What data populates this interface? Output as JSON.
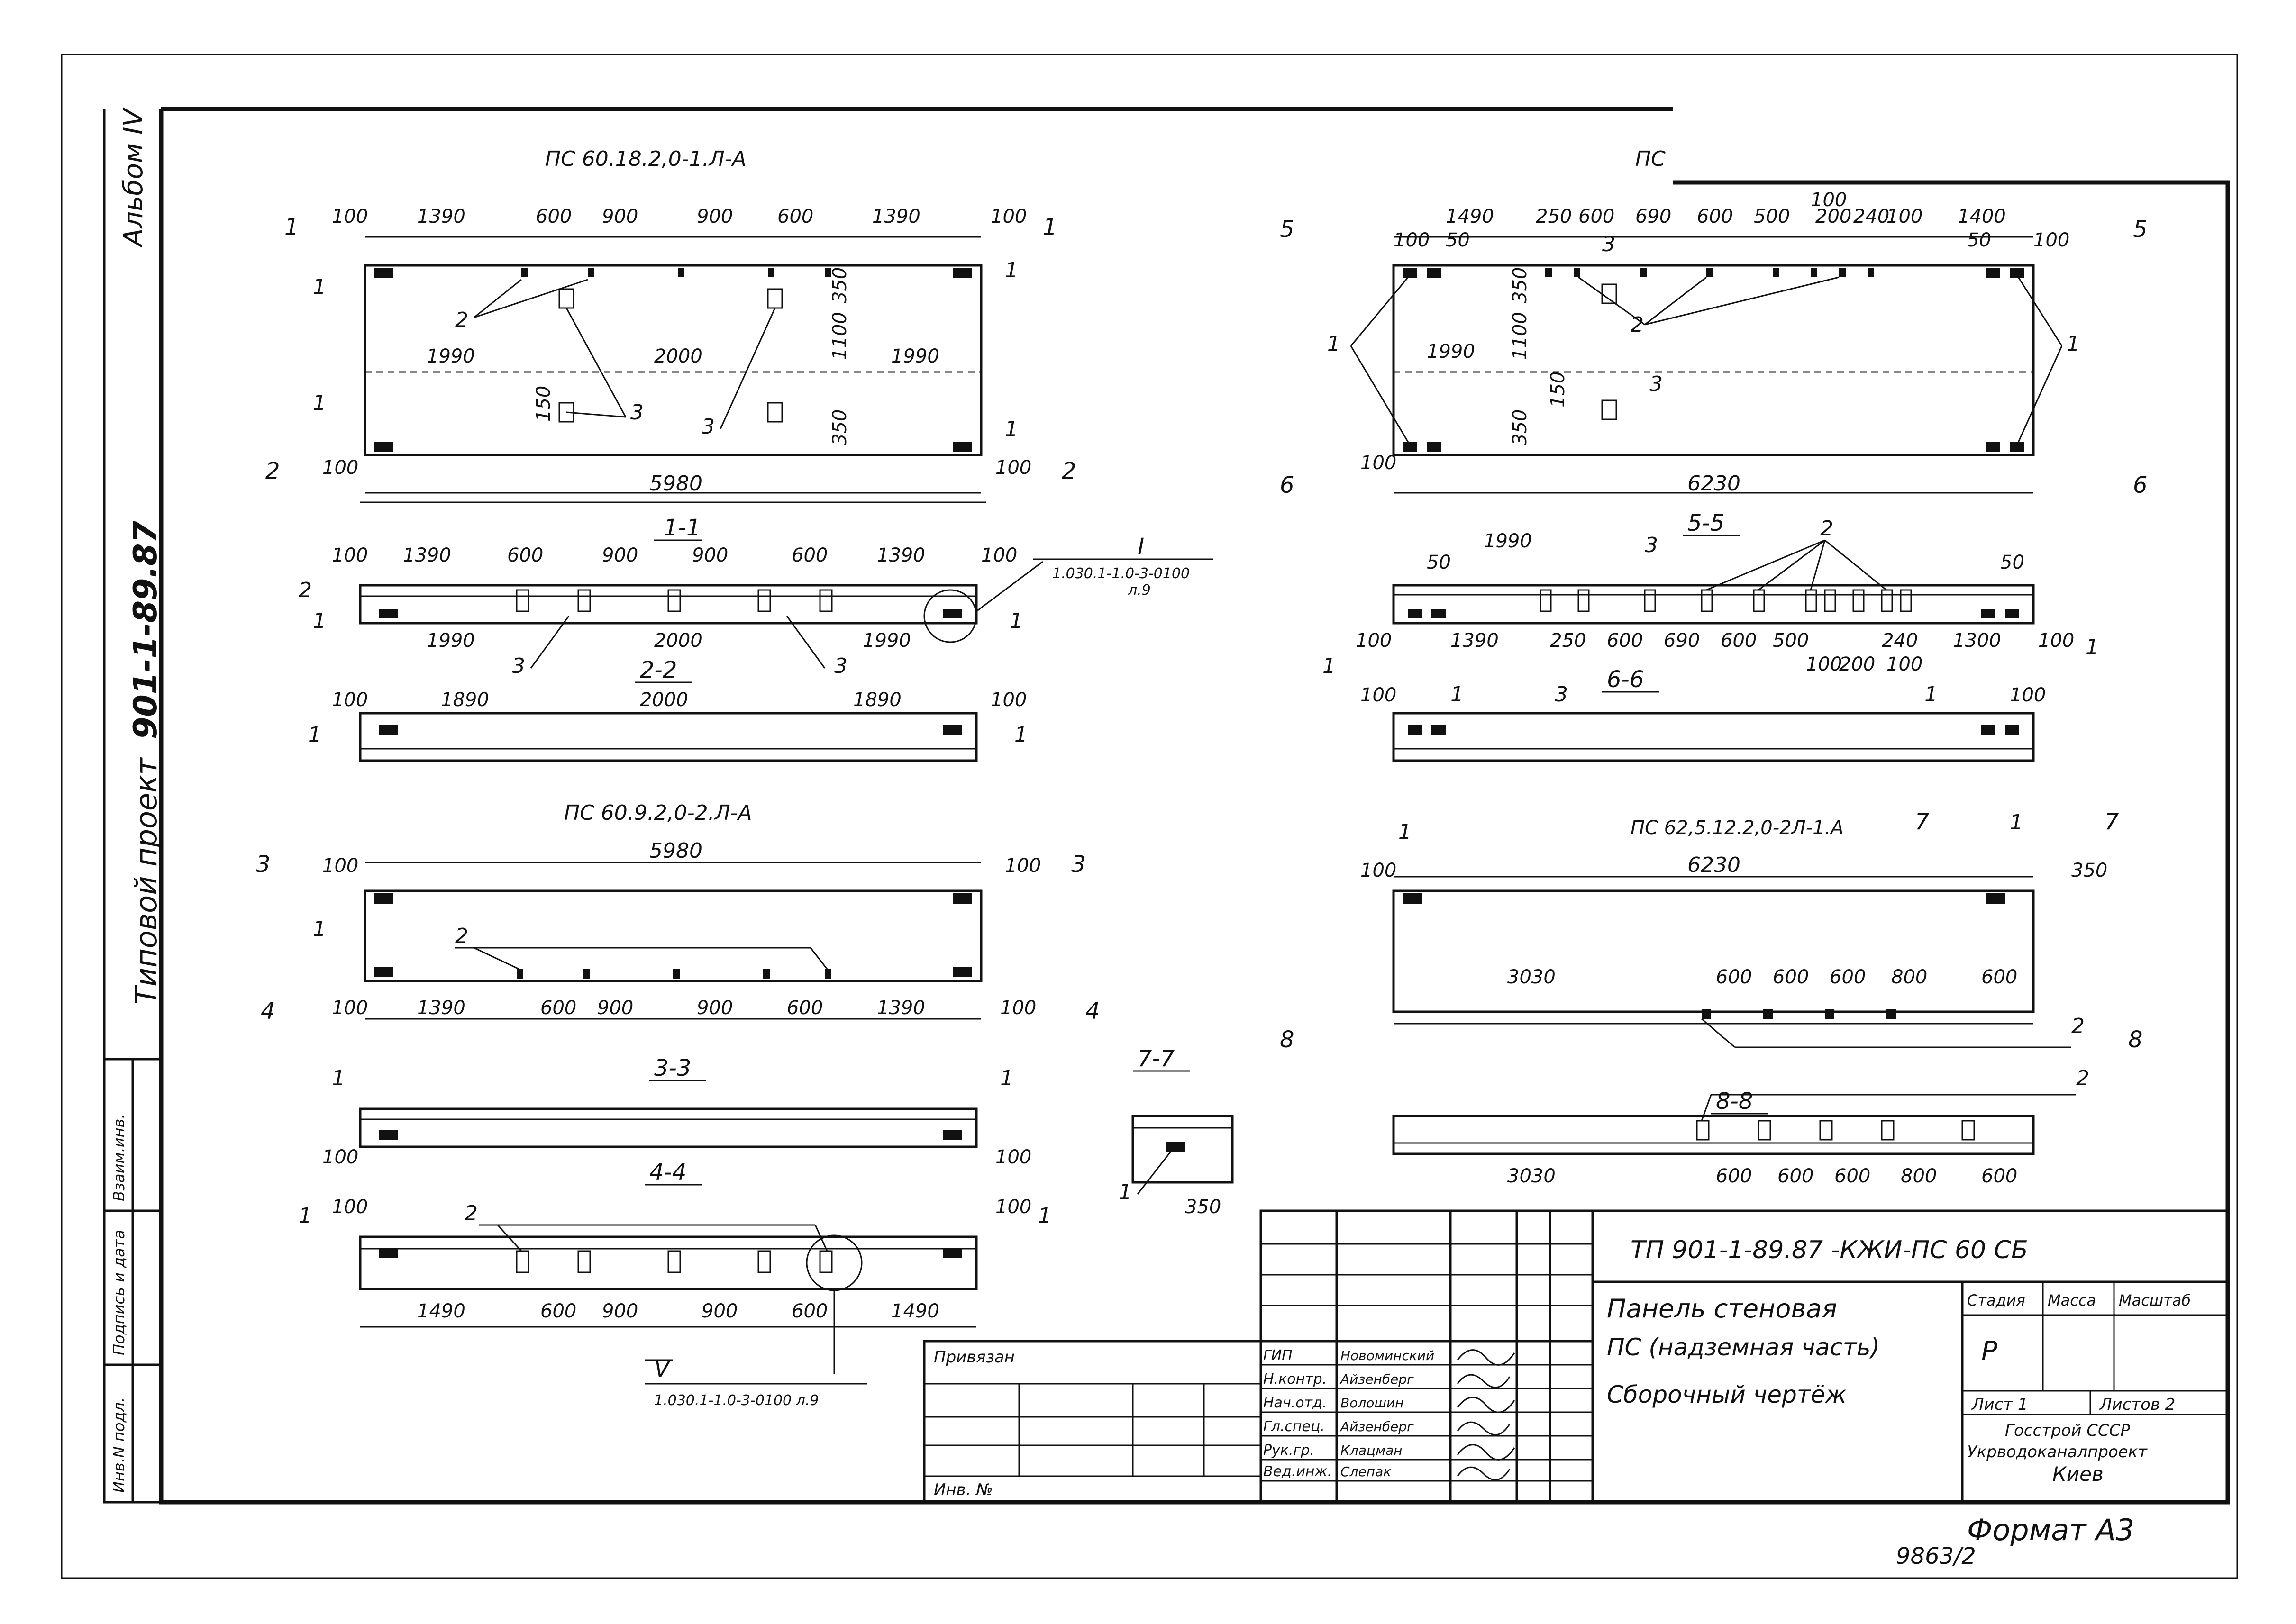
{
  "margin": {
    "album": "Альбом IV",
    "project_label": "Типовой проект",
    "project_number": "901-1-89.87",
    "stamps": [
      "Инв.N подл.",
      "Подпись и дата",
      "Взаим.инв."
    ]
  },
  "views": {
    "v1": {
      "title": "ПС 60.18.2,0-1.Л-А",
      "marks": [
        "1",
        "1",
        "2",
        "2"
      ],
      "top_dims": [
        "100",
        "1390",
        "600",
        "900",
        "900",
        "600",
        "1390",
        "100"
      ],
      "mid_dims": [
        "1990",
        "2000",
        "1990"
      ],
      "side_dims": [
        "350",
        "1100",
        "350",
        "150"
      ],
      "corner_dims": [
        "100",
        "100"
      ],
      "total": "5980",
      "callouts": [
        "1",
        "1",
        "1",
        "1",
        "2",
        "3",
        "3"
      ]
    },
    "v2": {
      "title": "ПС",
      "marks": [
        "5",
        "5",
        "6",
        "6"
      ],
      "top_dims": [
        "1490",
        "250",
        "600",
        "690",
        "600",
        "500",
        "100",
        "200",
        "240",
        "100",
        "1400"
      ],
      "small_dims": [
        "100",
        "50",
        "50",
        "100",
        "100"
      ],
      "mid_dims": [
        "1990"
      ],
      "side_dims": [
        "350",
        "1100",
        "350",
        "150"
      ],
      "total": "6230",
      "callouts": [
        "1",
        "1",
        "2",
        "3",
        "3"
      ]
    },
    "s11": {
      "title": "1-1",
      "top_dims": [
        "100",
        "1390",
        "600",
        "900",
        "900",
        "600",
        "1390",
        "100"
      ],
      "bottom_dims": [
        "1990",
        "2000",
        "1990"
      ],
      "node_label": "I",
      "node_ref": "1.030.1-1.0-3-0100",
      "node_sheet": "л.9",
      "callouts": [
        "2",
        "1",
        "1",
        "3",
        "3"
      ]
    },
    "s22": {
      "title": "2-2",
      "dims": [
        "100",
        "1890",
        "2000",
        "1890",
        "100"
      ],
      "callouts": [
        "1",
        "1"
      ]
    },
    "s55": {
      "title": "5-5",
      "top_dims": [
        "1990",
        "50",
        "50"
      ],
      "bottom_dims": [
        "100",
        "1390",
        "250",
        "600",
        "690",
        "600",
        "500",
        "240",
        "1300",
        "100"
      ],
      "lower_dims": [
        "100",
        "200",
        "100"
      ],
      "callouts": [
        "3",
        "2",
        "1",
        "1"
      ]
    },
    "s66": {
      "title": "6-6",
      "dims": [
        "100",
        "100"
      ],
      "callouts": [
        "1",
        "3",
        "1"
      ]
    },
    "v3": {
      "title": "ПС 60.9.2,0-2.Л-А",
      "marks": [
        "3",
        "3",
        "4",
        "4"
      ],
      "total": "5980",
      "top_dims": [
        "100",
        "100"
      ],
      "bottom_dims": [
        "100",
        "1390",
        "600",
        "900",
        "900",
        "600",
        "1390",
        "100"
      ],
      "callouts": [
        "1",
        "2"
      ]
    },
    "v4": {
      "title": "ПС 62,5.12.2,0-2Л-1.А",
      "marks": [
        "7",
        "7",
        "8",
        "8"
      ],
      "total": "6230",
      "small_dims": [
        "100",
        "350"
      ],
      "bottom_dims": [
        "3030",
        "600",
        "600",
        "600",
        "800",
        "600"
      ],
      "callouts": [
        "1",
        "1",
        "2"
      ]
    },
    "s33": {
      "title": "3-3",
      "dims": [
        "100",
        "100"
      ],
      "callouts": [
        "1",
        "1"
      ]
    },
    "s44": {
      "title": "4-4",
      "dims": [
        "100",
        "100"
      ],
      "bottom_dims": [
        "1490",
        "600",
        "900",
        "900",
        "600",
        "1490"
      ],
      "node_label": "V",
      "node_ref": "1.030.1-1.0-3-0100 л.9",
      "callouts": [
        "1",
        "2",
        "1"
      ]
    },
    "s77": {
      "title": "7-7",
      "dim": "350",
      "callout": "1"
    },
    "s88": {
      "title": "8-8",
      "bottom_dims": [
        "3030",
        "600",
        "600",
        "600",
        "800",
        "600"
      ],
      "callout": "2"
    }
  },
  "title_block": {
    "designation": "ТП 901-1-89.87   -КЖИ-ПС 60 СБ",
    "doc_title": [
      "Панель стеновая",
      "ПС (надземная часть)",
      "Сборочный чертёж"
    ],
    "stage_headers": [
      "Стадия",
      "Масса",
      "Масштаб"
    ],
    "stage": "Р",
    "sheet_label": "Лист 1",
    "sheets_label": "Листов 2",
    "org": [
      "Госстрой СССР",
      "Укрводоканалпроект",
      "Киев"
    ],
    "tied_label": "Привязан",
    "inv_label": "Инв. №",
    "roles": [
      "ГИП",
      "Н.контр.",
      "Нач.отд.",
      "Гл.спец.",
      "Рук.гр.",
      "Вед.инж."
    ],
    "names": [
      "Новоминский",
      "Айзенберг",
      "Волошин",
      "Айзенберг",
      "Клацман",
      "Слепак"
    ]
  },
  "footer": {
    "format": "Формат А3",
    "number": "9863/2"
  }
}
